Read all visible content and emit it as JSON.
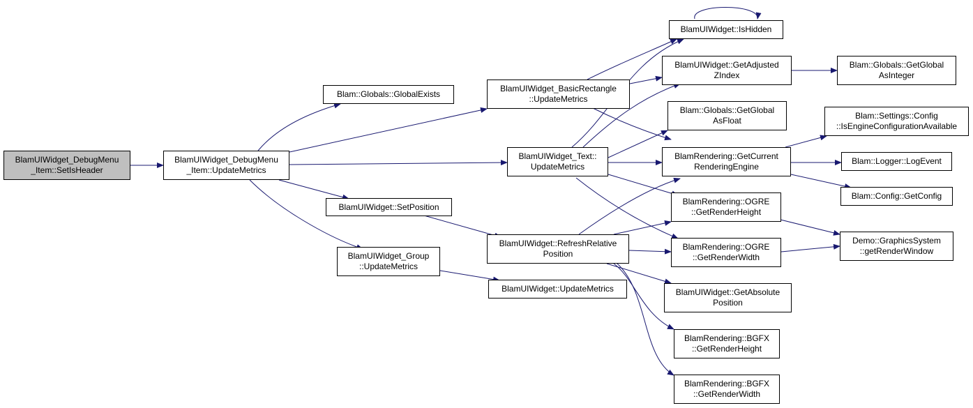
{
  "colors": {
    "edge": "#191970",
    "root_fill": "#bfbfbf",
    "node_fill": "#ffffff",
    "border": "#000000"
  },
  "nodes": {
    "set_is_header": {
      "line1": "BlamUIWidget_DebugMenu",
      "line2": "_Item::SetIsHeader"
    },
    "debug_update_metrics": {
      "line1": "BlamUIWidget_DebugMenu",
      "line2": "_Item::UpdateMetrics"
    },
    "global_exists": {
      "line1": "Blam::Globals::GlobalExists"
    },
    "set_position": {
      "line1": "BlamUIWidget::SetPosition"
    },
    "group_update_metrics": {
      "line1": "BlamUIWidget_Group",
      "line2": "::UpdateMetrics"
    },
    "basic_rect_update": {
      "line1": "BlamUIWidget_BasicRectangle",
      "line2": "::UpdateMetrics"
    },
    "text_update_metrics": {
      "line1": "BlamUIWidget_Text::",
      "line2": "UpdateMetrics"
    },
    "refresh_relative": {
      "line1": "BlamUIWidget::RefreshRelative",
      "line2": "Position"
    },
    "widget_update_metrics": {
      "line1": "BlamUIWidget::UpdateMetrics"
    },
    "is_hidden": {
      "line1": "BlamUIWidget::IsHidden"
    },
    "get_adjusted_zindex": {
      "line1": "BlamUIWidget::GetAdjusted",
      "line2": "ZIndex"
    },
    "get_global_as_float": {
      "line1": "Blam::Globals::GetGlobal",
      "line2": "AsFloat"
    },
    "get_current_engine": {
      "line1": "BlamRendering::GetCurrent",
      "line2": "RenderingEngine"
    },
    "ogre_render_height": {
      "line1": "BlamRendering::OGRE",
      "line2": "::GetRenderHeight"
    },
    "ogre_render_width": {
      "line1": "BlamRendering::OGRE",
      "line2": "::GetRenderWidth"
    },
    "get_absolute_position": {
      "line1": "BlamUIWidget::GetAbsolute",
      "line2": "Position"
    },
    "bgfx_render_height": {
      "line1": "BlamRendering::BGFX",
      "line2": "::GetRenderHeight"
    },
    "bgfx_render_width": {
      "line1": "BlamRendering::BGFX",
      "line2": "::GetRenderWidth"
    },
    "get_global_as_integer": {
      "line1": "Blam::Globals::GetGlobal",
      "line2": "AsInteger"
    },
    "engine_config_available": {
      "line1": "Blam::Settings::Config",
      "line2": "::IsEngineConfigurationAvailable"
    },
    "log_event": {
      "line1": "Blam::Logger::LogEvent"
    },
    "get_config": {
      "line1": "Blam::Config::GetConfig"
    },
    "get_render_window": {
      "line1": "Demo::GraphicsSystem",
      "line2": "::getRenderWindow"
    }
  }
}
